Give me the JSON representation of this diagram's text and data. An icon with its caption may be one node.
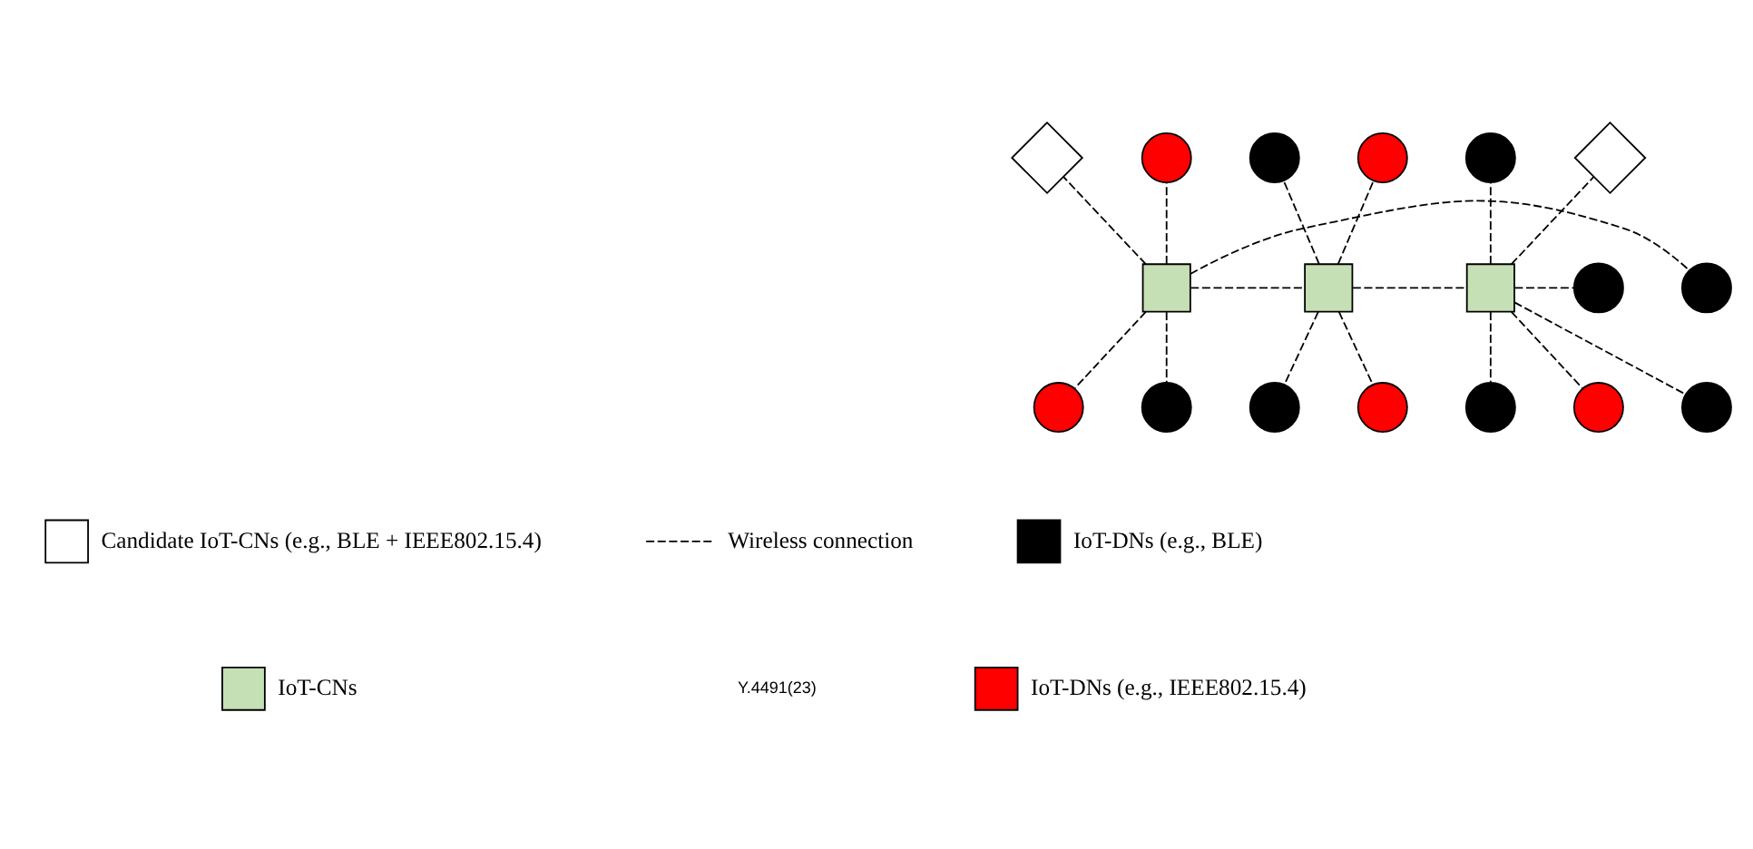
{
  "diagram": {
    "nodes": [
      {
        "text": [],
        "shape": "circle"
      },
      {
        "text": [],
        "shape": "diamond"
      },
      {
        "text": [],
        "shape": "circle"
      },
      {
        "text": [],
        "shape": "circle"
      },
      {
        "text": [],
        "shape": "box"
      },
      {
        "text": [],
        "shape": "circle"
      },
      {
        "text": [],
        "shape": "circle"
      },
      {
        "text": [],
        "shape": "circle"
      },
      {
        "text": [],
        "shape": "box"
      },
      {
        "text": [],
        "shape": "circle"
      },
      {
        "text": [],
        "shape": "circle"
      },
      {
        "text": [],
        "shape": "circle"
      },
      {
        "text": [],
        "shape": "circle"
      },
      {
        "text": [],
        "shape": "box"
      },
      {
        "text": [],
        "shape": "circle"
      },
      {
        "text": [],
        "shape": "circle"
      },
      {
        "text": [],
        "shape": "diamond"
      },
      {
        "text": [],
        "shape": "circle"
      }
    ],
    "edges": [
      {
        "from": 4,
        "to": 0,
        "arrow": "none",
        "style": "dashed"
      },
      {
        "from": 4,
        "to": 1,
        "arrow": "none",
        "style": "dashed"
      },
      {
        "from": 4,
        "to": 2,
        "arrow": "none",
        "style": "dashed"
      },
      {
        "from": 4,
        "to": 3,
        "arrow": "none",
        "style": "dashed"
      },
      {
        "from": 4,
        "to": 5,
        "arrow": "none",
        "style": "dashed"
      },
      {
        "from": 4,
        "to": 8,
        "arrow": "none",
        "style": "dashed"
      },
      {
        "from": 8,
        "to": 6,
        "arrow": "none",
        "style": "dashed"
      },
      {
        "from": 8,
        "to": 7,
        "arrow": "none",
        "style": "dashed"
      },
      {
        "from": 8,
        "to": 9,
        "arrow": "none",
        "style": "dashed"
      },
      {
        "from": 8,
        "to": 10,
        "arrow": "none",
        "style": "dashed"
      },
      {
        "from": 8,
        "to": 13,
        "arrow": "none",
        "style": "dashed"
      },
      {
        "from": 13,
        "to": 11,
        "arrow": "none",
        "style": "dashed"
      },
      {
        "from": 13,
        "to": 12,
        "arrow": "none",
        "style": "dashed"
      },
      {
        "from": 13,
        "to": 14,
        "arrow": "none",
        "style": "dashed"
      },
      {
        "from": 13,
        "to": 15,
        "arrow": "none",
        "style": "dashed"
      },
      {
        "from": 13,
        "to": 16,
        "arrow": "none",
        "style": "dashed"
      },
      {
        "from": 13,
        "to": 17,
        "arrow": "none",
        "style": "dashed"
      }
    ],
    "labels": [
      "Y.4491(23)"
    ],
    "legend": [
      {
        "text": "IoT-DNs (e.g., BLE)",
        "color": "#000000"
      },
      {
        "text": "IoT-DNs (e.g., IEEE802.15.4)",
        "color": "#ff0000"
      },
      {
        "text": "Candidate IoT-CNs (e.g., BLE + IEEE802.15.4)",
        "color": "#ffffff"
      },
      {
        "text": "IoT-CNs",
        "color": "#c5e0b4"
      },
      {
        "text": "Wireless connection"
      }
    ]
  }
}
